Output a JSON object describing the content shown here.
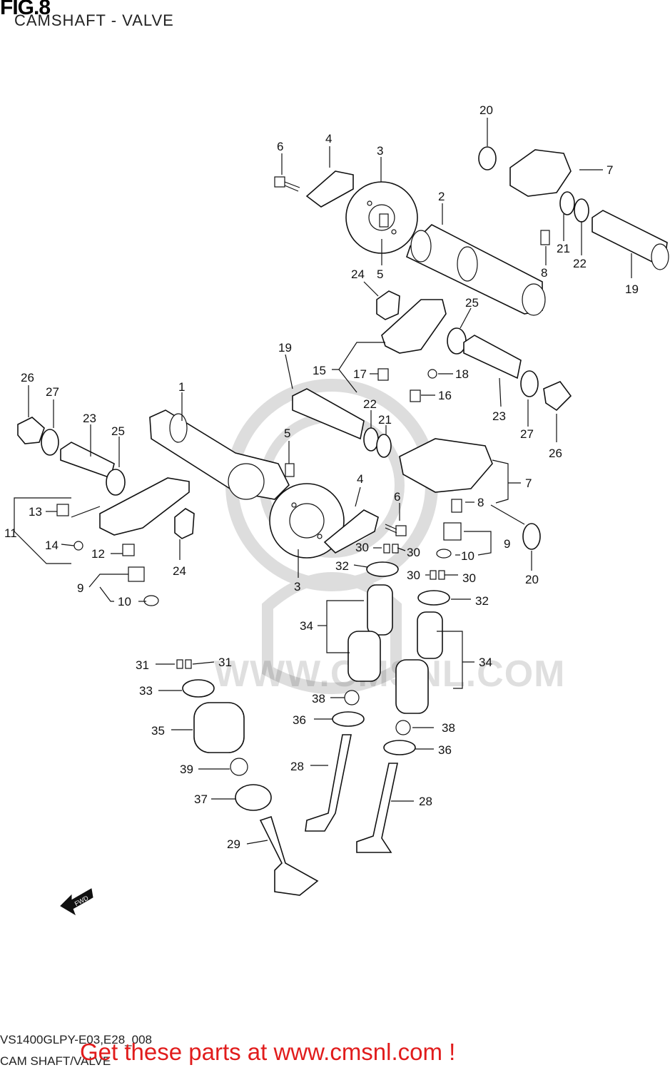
{
  "header": {
    "fig_label": "FIG.8",
    "title": "CAMSHAFT - VALVE"
  },
  "watermark": {
    "text": "WWW.CMSNL.COM"
  },
  "footer": {
    "drawing_code": "VS1400GLPY-E03,E28_008",
    "drawing_name": "CAM SHAFT/VALVE",
    "cta": "Get these parts at www.cmsnl.com !"
  },
  "fwd_label": "FWD",
  "callouts": [
    "20",
    "6",
    "4",
    "3",
    "7",
    "2",
    "21",
    "22",
    "8",
    "19",
    "24",
    "5",
    "25",
    "26",
    "27",
    "23",
    "1",
    "19",
    "15",
    "17",
    "18",
    "16",
    "22",
    "21",
    "23",
    "27",
    "26",
    "5",
    "7",
    "25",
    "4",
    "6",
    "8",
    "13",
    "11",
    "14",
    "12",
    "9",
    "10",
    "24",
    "30",
    "30",
    "9",
    "10",
    "3",
    "32",
    "30",
    "30",
    "20",
    "32",
    "34",
    "31",
    "31",
    "33",
    "34",
    "38",
    "38",
    "36",
    "35",
    "36",
    "28",
    "39",
    "37",
    "28",
    "29"
  ]
}
